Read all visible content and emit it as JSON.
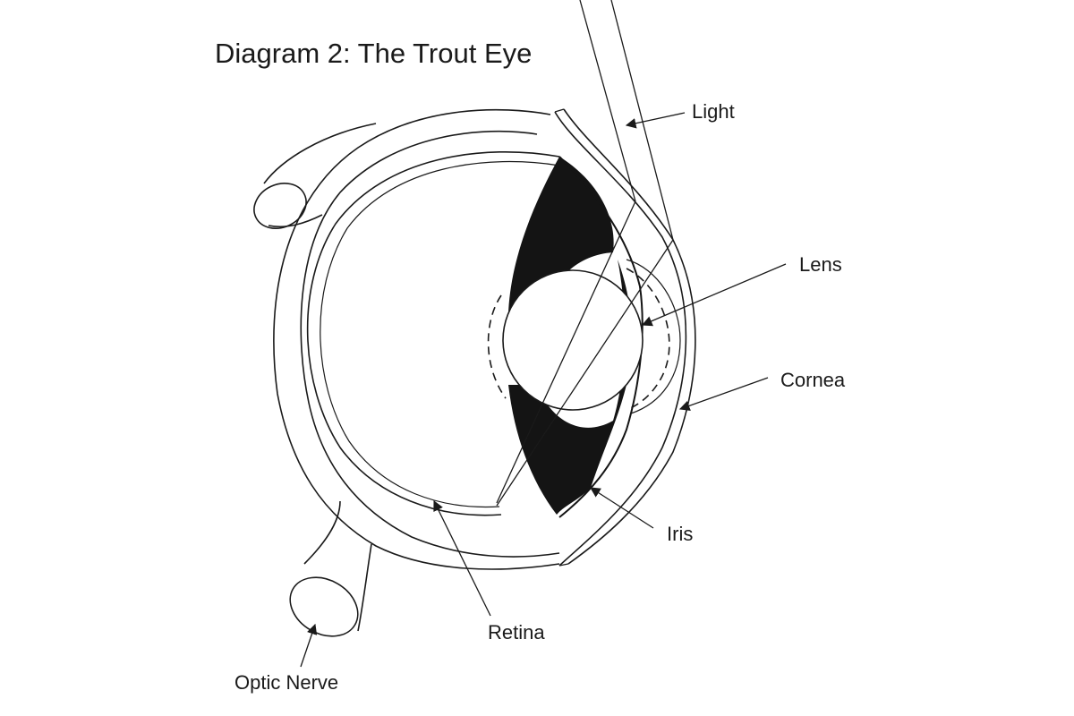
{
  "title": "Diagram 2: The Trout Eye",
  "labels": {
    "light": "Light",
    "lens": "Lens",
    "cornea": "Cornea",
    "iris": "Iris",
    "retina": "Retina",
    "optic_nerve": "Optic Nerve"
  },
  "colors": {
    "ink": "#1a1a1a",
    "background": "#ffffff"
  }
}
